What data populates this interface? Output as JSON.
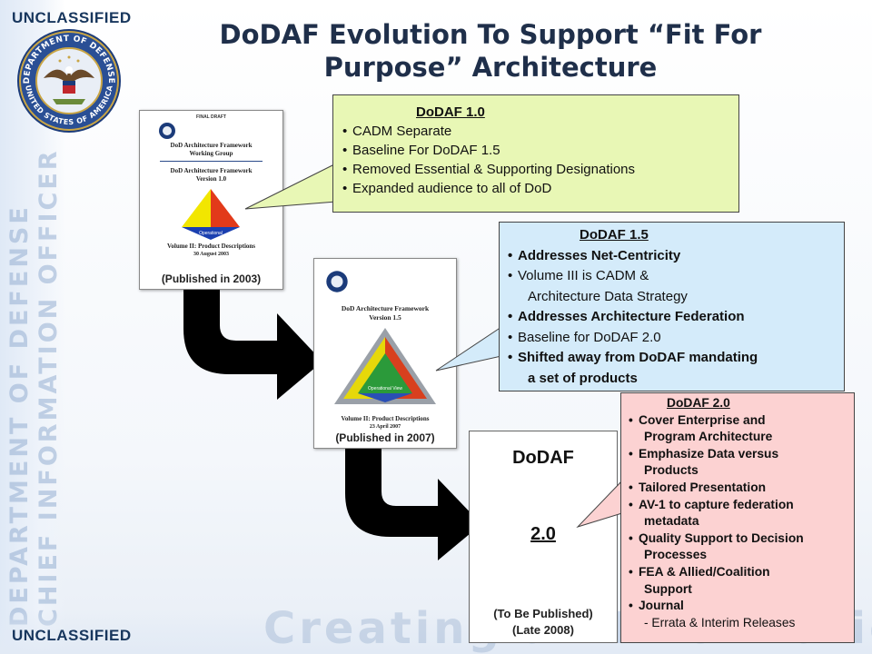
{
  "classification": {
    "top": "UNCLASSIFIED",
    "bottom": "UNCLASSIFIED"
  },
  "title": "DoDAF Evolution To Support “Fit For Purpose” Architecture",
  "seal": {
    "ring_top": "DEPARTMENT OF DEFENSE",
    "ring_bottom": "UNITED STATES OF AMERICA"
  },
  "side_watermark": [
    "DEPARTMENT OF DEFENSE",
    "CHIEF INFORMATION OFFICER"
  ],
  "bottom_watermark": "Creating an Information Advantage",
  "documents": [
    {
      "header": "FINAL DRAFT",
      "line1": "DoD Architecture Framework",
      "line2": "Working Group",
      "line3": "DoD Architecture Framework",
      "line4": "Version 1.0",
      "volume": "Volume II: Product Descriptions",
      "date": "30 August 2003",
      "triangle_label": "Operational",
      "caption": "(Published in 2003)"
    },
    {
      "line1": "DoD Architecture Framework",
      "line2": "Version 1.5",
      "volume": "Volume II: Product Descriptions",
      "date": "23 April 2007",
      "triangle_label": "Operational View",
      "caption": "(Published in 2007)"
    },
    {
      "line1": "DoDAF",
      "line2": "2.0",
      "caption_line1": "(To Be Published)",
      "caption_line2": "(Late 2008)"
    }
  ],
  "callouts": {
    "dodaf_1_0": {
      "heading": "DoDAF 1.0",
      "items": [
        "CADM Separate",
        "Baseline For DoDAF 1.5",
        "Removed Essential & Supporting Designations",
        "Expanded audience to all of DoD"
      ]
    },
    "dodaf_1_5": {
      "heading": "DoDAF 1.5",
      "items": [
        "Addresses Net-Centricity",
        "Volume III is CADM &",
        "Architecture Data Strategy",
        "Addresses Architecture Federation",
        "Baseline for DoDAF 2.0",
        "Shifted away from DoDAF mandating",
        "a set of products"
      ]
    },
    "dodaf_2_0": {
      "heading": "DoDAF 2.0",
      "items": [
        "Cover Enterprise and",
        "Program Architecture",
        "Emphasize Data versus",
        "Products",
        "Tailored Presentation",
        "AV-1 to capture federation",
        "metadata",
        "Quality Support to Decision",
        "Processes",
        "FEA & Allied/Coalition",
        "Support",
        "Journal",
        "- Errata & Interim Releases"
      ]
    }
  },
  "colors": {
    "callout_1_0": "#e8f7b5",
    "callout_1_5": "#d4ebfa",
    "callout_2_0": "#fcd2d2",
    "title": "#1f2f4a",
    "classification": "#17365d"
  }
}
